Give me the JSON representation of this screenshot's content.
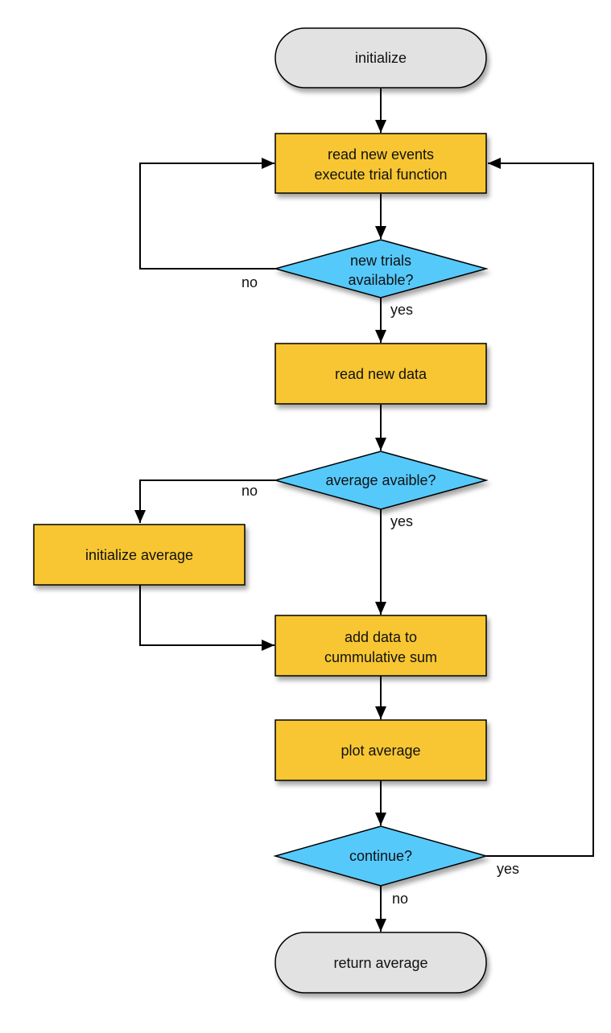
{
  "colors": {
    "process_fill": "#F7C632",
    "decision_fill": "#56C9FB",
    "terminal_fill": "#E2E2E2",
    "stroke": "#000000"
  },
  "nodes": {
    "initialize": {
      "lines": [
        "initialize"
      ]
    },
    "read_events": {
      "lines": [
        "read new events",
        "execute trial function"
      ]
    },
    "new_trials": {
      "lines": [
        "new trials",
        "available?"
      ]
    },
    "read_data": {
      "lines": [
        "read new data"
      ]
    },
    "average_available": {
      "lines": [
        "average avaible?"
      ]
    },
    "initialize_average": {
      "lines": [
        "initialize average"
      ]
    },
    "add_data": {
      "lines": [
        "add data to",
        "cummulative sum"
      ]
    },
    "plot_average": {
      "lines": [
        "plot average"
      ]
    },
    "continue": {
      "lines": [
        "continue?"
      ]
    },
    "return_average": {
      "lines": [
        "return average"
      ]
    }
  },
  "edge_labels": {
    "new_trials_no": "no",
    "new_trials_yes": "yes",
    "average_no": "no",
    "average_yes": "yes",
    "continue_yes": "yes",
    "continue_no": "no"
  }
}
